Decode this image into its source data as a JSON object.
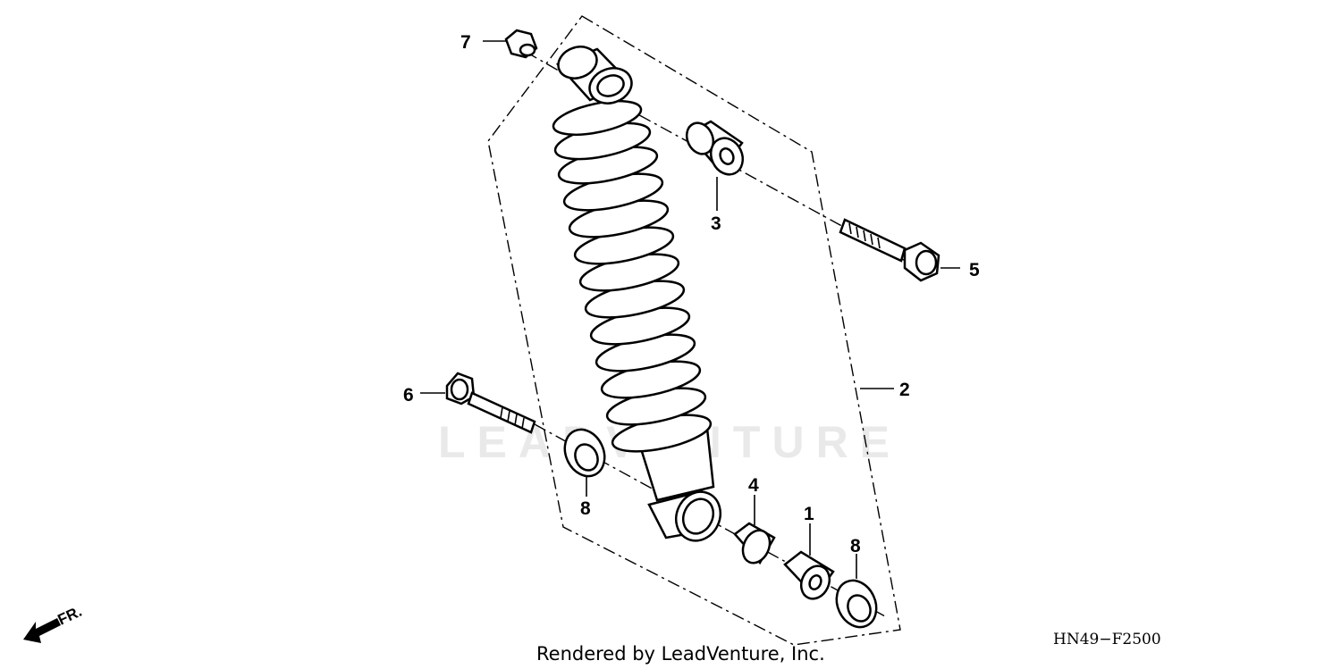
{
  "diagram": {
    "watermark": "LEADVENTURE",
    "callouts": {
      "p1": "1",
      "p2": "2",
      "p3": "3",
      "p4": "4",
      "p5": "5",
      "p6": "6",
      "p7": "7",
      "p8_left": "8",
      "p8_right": "8"
    },
    "direction_label": "FR.",
    "diagram_code": "HN49−F2500",
    "footer_credit": "Rendered by LeadVenture, Inc."
  }
}
